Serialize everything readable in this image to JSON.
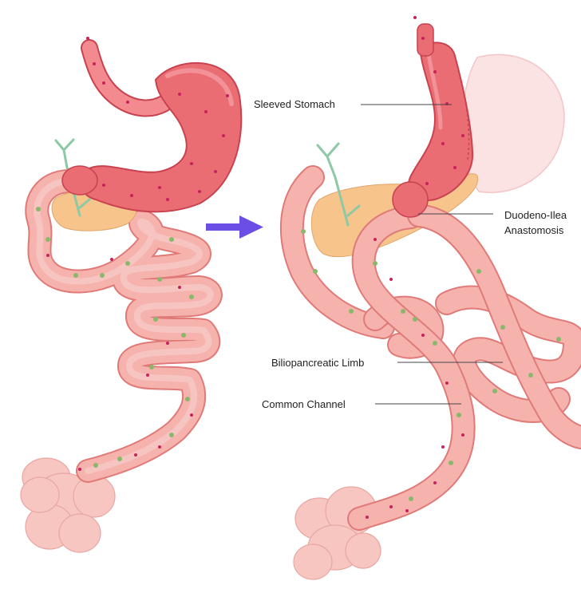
{
  "labels": {
    "sleeved_stomach": "Sleeved Stomach",
    "duodeno_ileal_line1": "Duodeno-Ilea",
    "duodeno_ileal_line2": "Anastomosis",
    "biliopancreatic_limb": "Biliopancreatic Limb",
    "common_channel": "Common Channel"
  },
  "colors": {
    "intestine_fill": "#f6b3ae",
    "intestine_edge": "#e07a78",
    "stomach_fill": "#ea6d74",
    "stomach_edge": "#c9424f",
    "pancreas": "#f7c48c",
    "colon": "#f7c6c1",
    "vessel": "#8cc9a4",
    "arrow": "#6b4ee6",
    "green_dot": "#8ab86a",
    "red_dot": "#c8235a",
    "leader_line": "#444444"
  },
  "icons": {
    "transition_arrow": "right-arrow-icon"
  }
}
